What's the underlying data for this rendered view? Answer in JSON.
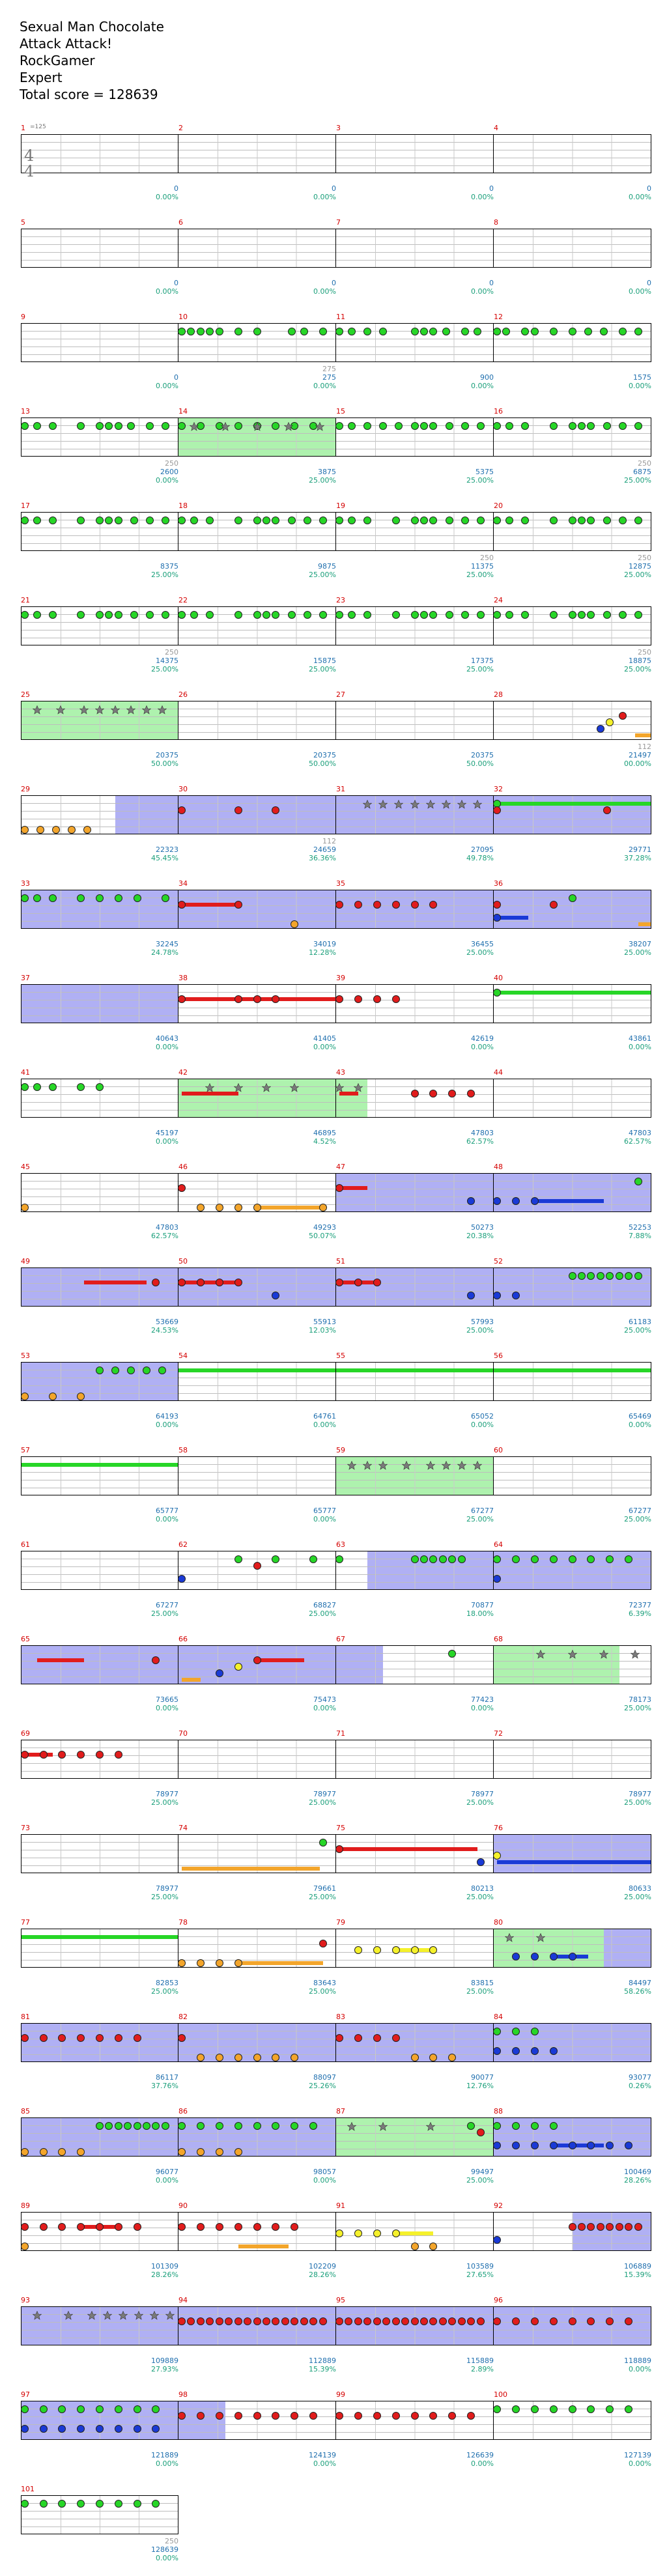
{
  "header": {
    "title": "Sexual Man Chocolate",
    "artist": "Attack Attack!",
    "instrument": "RockGamer",
    "difficulty": "Expert",
    "total_score_label": "Total score = 128639"
  },
  "colors": {
    "green": "#27d627",
    "red": "#e11c1c",
    "yellow": "#f5f12b",
    "blue": "#1a3ad6",
    "orange": "#f3a52b",
    "purple": "#a4127e",
    "olive": "#9aa020",
    "star_fill": "#7a7a7a",
    "sp_band": "#4ce24c",
    "od_band": "#5050e6",
    "od_sp_band": "#3a8ab2",
    "measure_number": "#d40000",
    "score_text": "#1f6fae",
    "percent_text": "#1a9f7a"
  },
  "song_meta": {
    "bpm_label": "=125",
    "time_signature": [
      "4",
      "4"
    ]
  },
  "measures": [
    {
      "n": "1",
      "count": "",
      "score": "0",
      "pct": "0.00%"
    },
    {
      "n": "2",
      "count": "",
      "score": "0",
      "pct": "0.00%"
    },
    {
      "n": "3",
      "count": "",
      "score": "0",
      "pct": "0.00%"
    },
    {
      "n": "4",
      "count": "",
      "score": "0",
      "pct": "0.00%"
    },
    {
      "n": "5",
      "count": "",
      "score": "0",
      "pct": "0.00%"
    },
    {
      "n": "6",
      "count": "",
      "score": "0",
      "pct": "0.00%"
    },
    {
      "n": "7",
      "count": "",
      "score": "0",
      "pct": "0.00%"
    },
    {
      "n": "8",
      "count": "",
      "score": "0",
      "pct": "0.00%"
    },
    {
      "n": "9",
      "count": "",
      "score": "0",
      "pct": "0.00%"
    },
    {
      "n": "10",
      "count": "275",
      "score": "275",
      "pct": "0.00%"
    },
    {
      "n": "11",
      "count": "",
      "score": "900",
      "pct": "0.00%"
    },
    {
      "n": "12",
      "count": "",
      "score": "1575",
      "pct": "0.00%"
    },
    {
      "n": "13",
      "count": "250",
      "score": "2600",
      "pct": "0.00%"
    },
    {
      "n": "14",
      "count": "",
      "score": "3875",
      "pct": "25.00%"
    },
    {
      "n": "15",
      "count": "",
      "score": "5375",
      "pct": "25.00%"
    },
    {
      "n": "16",
      "count": "250",
      "score": "6875",
      "pct": "25.00%"
    },
    {
      "n": "17",
      "count": "",
      "score": "8375",
      "pct": "25.00%"
    },
    {
      "n": "18",
      "count": "",
      "score": "9875",
      "pct": "25.00%"
    },
    {
      "n": "19",
      "count": "250",
      "score": "11375",
      "pct": "25.00%"
    },
    {
      "n": "20",
      "count": "250",
      "score": "12875",
      "pct": "25.00%"
    },
    {
      "n": "21",
      "count": "250",
      "score": "14375",
      "pct": "25.00%"
    },
    {
      "n": "22",
      "count": "",
      "score": "15875",
      "pct": "25.00%"
    },
    {
      "n": "23",
      "count": "",
      "score": "17375",
      "pct": "25.00%"
    },
    {
      "n": "24",
      "count": "250",
      "score": "18875",
      "pct": "25.00%"
    },
    {
      "n": "25",
      "count": "",
      "score": "20375",
      "pct": "50.00%"
    },
    {
      "n": "26",
      "count": "",
      "score": "20375",
      "pct": "50.00%"
    },
    {
      "n": "27",
      "count": "",
      "score": "20375",
      "pct": "50.00%"
    },
    {
      "n": "28",
      "count": "112",
      "score": "21497",
      "pct": "00.00%"
    },
    {
      "n": "29",
      "count": "",
      "score": "22323",
      "pct": "45.45%"
    },
    {
      "n": "30",
      "count": "112",
      "score": "24659",
      "pct": "36.36%"
    },
    {
      "n": "31",
      "count": "",
      "score": "27095",
      "pct": "49.78%"
    },
    {
      "n": "32",
      "count": "",
      "score": "29771",
      "pct": "37.28%"
    },
    {
      "n": "33",
      "count": "",
      "score": "32245",
      "pct": "24.78%"
    },
    {
      "n": "34",
      "count": "",
      "score": "34019",
      "pct": "12.28%"
    },
    {
      "n": "35",
      "count": "",
      "score": "36455",
      "pct": "25.00%"
    },
    {
      "n": "36",
      "count": "",
      "score": "38207",
      "pct": "25.00%"
    },
    {
      "n": "37",
      "count": "",
      "score": "40643",
      "pct": "0.00%"
    },
    {
      "n": "38",
      "count": "",
      "score": "41405",
      "pct": "0.00%"
    },
    {
      "n": "39",
      "count": "",
      "score": "42619",
      "pct": "0.00%"
    },
    {
      "n": "40",
      "count": "",
      "score": "43861",
      "pct": "0.00%"
    },
    {
      "n": "41",
      "count": "",
      "score": "45197",
      "pct": "0.00%"
    },
    {
      "n": "42",
      "count": "",
      "score": "46895",
      "pct": "4.52%"
    },
    {
      "n": "43",
      "count": "",
      "score": "47803",
      "pct": "62.57%"
    },
    {
      "n": "44",
      "count": "",
      "score": "47803",
      "pct": "62.57%"
    },
    {
      "n": "45",
      "count": "",
      "score": "47803",
      "pct": "62.57%"
    },
    {
      "n": "46",
      "count": "",
      "score": "49293",
      "pct": "50.07%"
    },
    {
      "n": "47",
      "count": "",
      "score": "50273",
      "pct": "20.38%"
    },
    {
      "n": "48",
      "count": "",
      "score": "52253",
      "pct": "7.88%"
    },
    {
      "n": "49",
      "count": "",
      "score": "53669",
      "pct": "24.53%"
    },
    {
      "n": "50",
      "count": "",
      "score": "55913",
      "pct": "12.03%"
    },
    {
      "n": "51",
      "count": "",
      "score": "57993",
      "pct": "25.00%"
    },
    {
      "n": "52",
      "count": "",
      "score": "61183",
      "pct": "25.00%"
    },
    {
      "n": "53",
      "count": "",
      "score": "64193",
      "pct": "0.00%"
    },
    {
      "n": "54",
      "count": "",
      "score": "64761",
      "pct": "0.00%"
    },
    {
      "n": "55",
      "count": "",
      "score": "65052",
      "pct": "0.00%"
    },
    {
      "n": "56",
      "count": "",
      "score": "65469",
      "pct": "0.00%"
    },
    {
      "n": "57",
      "count": "",
      "score": "65777",
      "pct": "0.00%"
    },
    {
      "n": "58",
      "count": "",
      "score": "65777",
      "pct": "0.00%"
    },
    {
      "n": "59",
      "count": "",
      "score": "67277",
      "pct": "25.00%"
    },
    {
      "n": "60",
      "count": "",
      "score": "67277",
      "pct": "25.00%"
    },
    {
      "n": "61",
      "count": "",
      "score": "67277",
      "pct": "25.00%"
    },
    {
      "n": "62",
      "count": "",
      "score": "68827",
      "pct": "25.00%"
    },
    {
      "n": "63",
      "count": "",
      "score": "70877",
      "pct": "18.00%"
    },
    {
      "n": "64",
      "count": "",
      "score": "72377",
      "pct": "6.39%"
    },
    {
      "n": "65",
      "count": "",
      "score": "73665",
      "pct": "0.00%"
    },
    {
      "n": "66",
      "count": "",
      "score": "75473",
      "pct": "0.00%"
    },
    {
      "n": "67",
      "count": "",
      "score": "77423",
      "pct": "0.00%"
    },
    {
      "n": "68",
      "count": "",
      "score": "78173",
      "pct": "25.00%"
    },
    {
      "n": "69",
      "count": "",
      "score": "78977",
      "pct": "25.00%"
    },
    {
      "n": "70",
      "count": "",
      "score": "78977",
      "pct": "25.00%"
    },
    {
      "n": "71",
      "count": "",
      "score": "78977",
      "pct": "25.00%"
    },
    {
      "n": "72",
      "count": "",
      "score": "78977",
      "pct": "25.00%"
    },
    {
      "n": "73",
      "count": "",
      "score": "78977",
      "pct": "25.00%"
    },
    {
      "n": "74",
      "count": "",
      "score": "79661",
      "pct": "25.00%"
    },
    {
      "n": "75",
      "count": "",
      "score": "80213",
      "pct": "25.00%"
    },
    {
      "n": "76",
      "count": "",
      "score": "80633",
      "pct": "25.00%"
    },
    {
      "n": "77",
      "count": "",
      "score": "82853",
      "pct": "25.00%"
    },
    {
      "n": "78",
      "count": "",
      "score": "83643",
      "pct": "25.00%"
    },
    {
      "n": "79",
      "count": "",
      "score": "83815",
      "pct": "25.00%"
    },
    {
      "n": "80",
      "count": "",
      "score": "84497",
      "pct": "58.26%"
    },
    {
      "n": "81",
      "count": "",
      "score": "86117",
      "pct": "37.76%"
    },
    {
      "n": "82",
      "count": "",
      "score": "88097",
      "pct": "25.26%"
    },
    {
      "n": "83",
      "count": "",
      "score": "90077",
      "pct": "12.76%"
    },
    {
      "n": "84",
      "count": "",
      "score": "93077",
      "pct": "0.26%"
    },
    {
      "n": "85",
      "count": "",
      "score": "96077",
      "pct": "0.00%"
    },
    {
      "n": "86",
      "count": "",
      "score": "98057",
      "pct": "0.00%"
    },
    {
      "n": "87",
      "count": "",
      "score": "99497",
      "pct": "25.00%"
    },
    {
      "n": "88",
      "count": "",
      "score": "100469",
      "pct": "28.26%"
    },
    {
      "n": "89",
      "count": "",
      "score": "101309",
      "pct": "28.26%"
    },
    {
      "n": "90",
      "count": "",
      "score": "102209",
      "pct": "28.26%"
    },
    {
      "n": "91",
      "count": "",
      "score": "103589",
      "pct": "27.65%"
    },
    {
      "n": "92",
      "count": "",
      "score": "106889",
      "pct": "15.39%"
    },
    {
      "n": "93",
      "count": "",
      "score": "109889",
      "pct": "27.93%"
    },
    {
      "n": "94",
      "count": "",
      "score": "112889",
      "pct": "15.39%"
    },
    {
      "n": "95",
      "count": "",
      "score": "115889",
      "pct": "2.89%"
    },
    {
      "n": "96",
      "count": "",
      "score": "118889",
      "pct": "0.00%"
    },
    {
      "n": "97",
      "count": "",
      "score": "121889",
      "pct": "0.00%"
    },
    {
      "n": "98",
      "count": "",
      "score": "124139",
      "pct": "0.00%"
    },
    {
      "n": "99",
      "count": "",
      "score": "126639",
      "pct": "0.00%"
    },
    {
      "n": "100",
      "count": "",
      "score": "127139",
      "pct": "0.00%"
    },
    {
      "n": "101",
      "count": "250",
      "score": "128639",
      "pct": "0.00%"
    }
  ]
}
